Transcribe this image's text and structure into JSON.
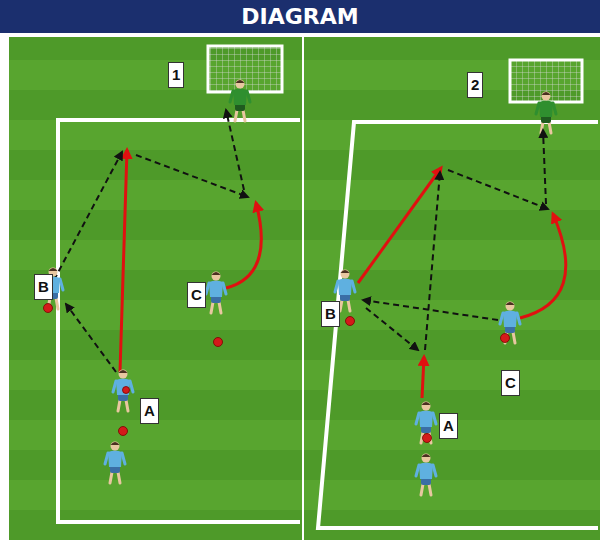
{
  "diagram": {
    "title": "DIAGRAM",
    "labels": [
      "1",
      "A",
      "B",
      "C",
      "2",
      "B",
      "A",
      "C"
    ]
  }
}
